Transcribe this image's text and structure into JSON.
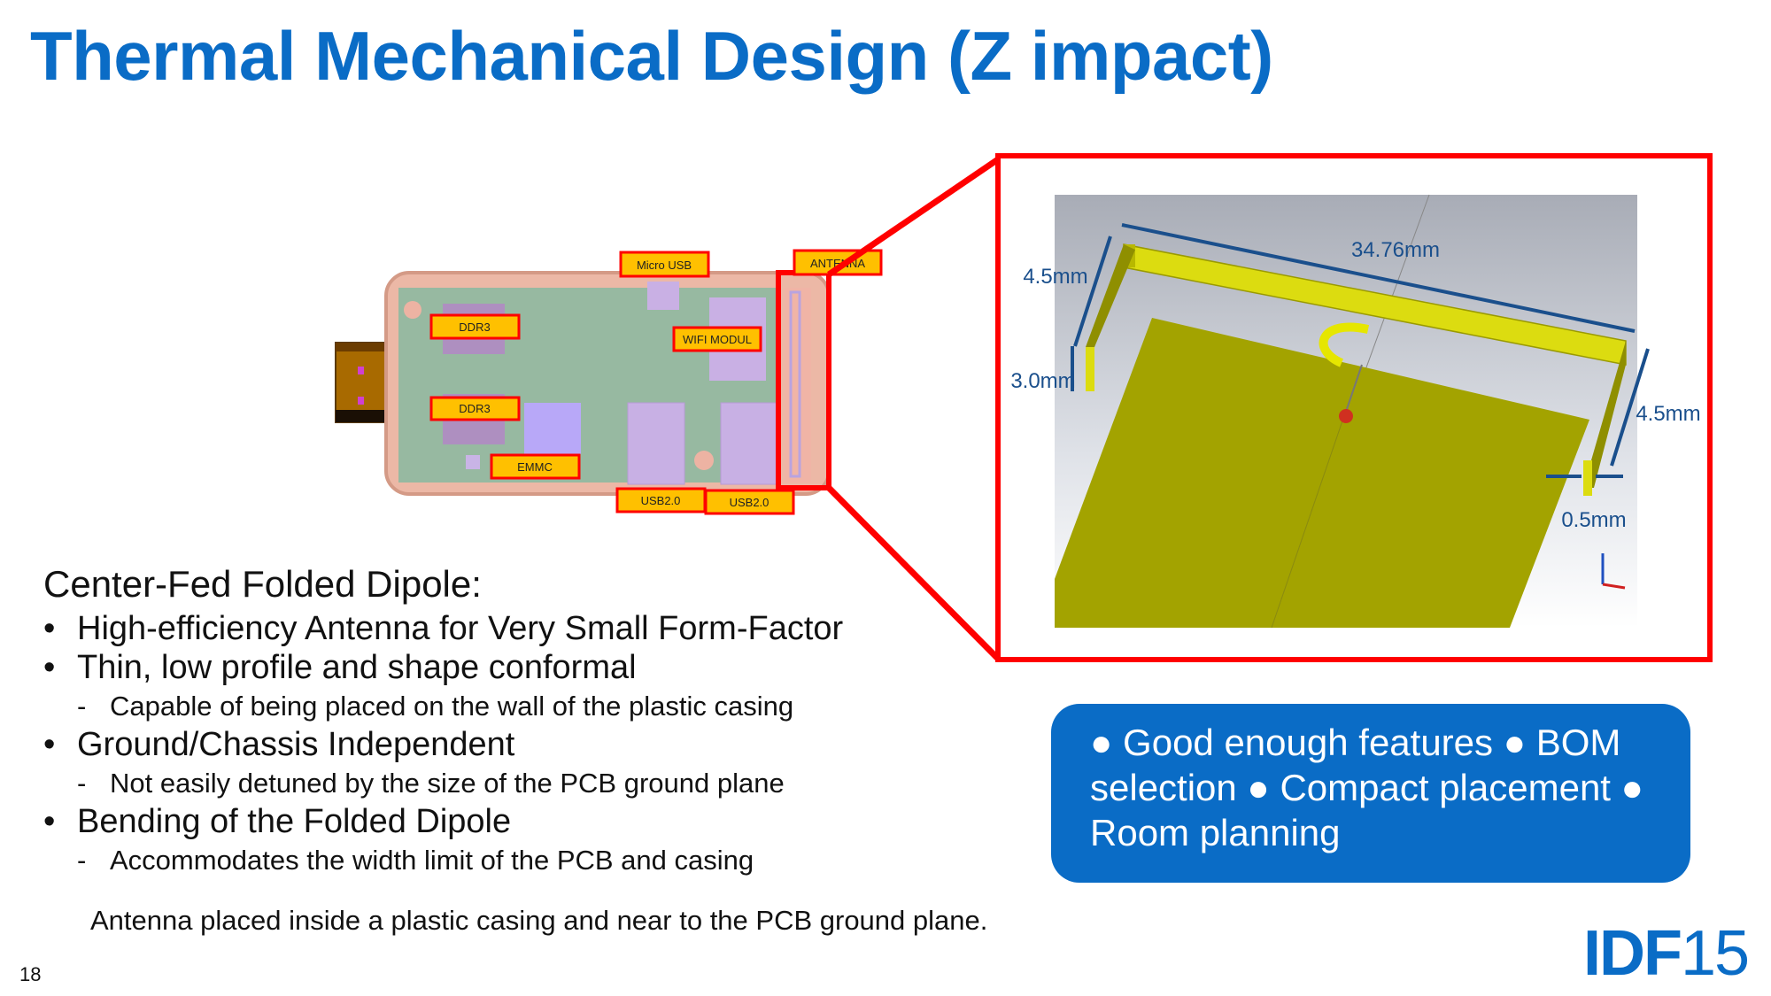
{
  "slide": {
    "title": "Thermal Mechanical Design (Z impact)",
    "page_number": "18",
    "brand": {
      "prefix": "IDF",
      "suffix": "15"
    },
    "accent_color": "#0a6cc6"
  },
  "pcb_labels": {
    "micro_usb": "Micro USB",
    "antenna": "ANTENNA",
    "ddr3_top": "DDR3",
    "ddr3_bottom": "DDR3",
    "wifi": "WIFI MODUL",
    "emmc": "EMMC",
    "usb_left": "USB2.0",
    "usb_right": "USB2.0"
  },
  "antenna_dims": {
    "length": "34.76mm",
    "left_arm": "4.5mm",
    "height": "3.0mm",
    "right_arm": "4.5mm",
    "thickness": "0.5mm"
  },
  "content": {
    "heading": "Center-Fed Folded Dipole:",
    "items": [
      {
        "type": "bullet",
        "text": "High-efficiency Antenna for Very Small Form-Factor"
      },
      {
        "type": "bullet",
        "text": "Thin, low profile and shape conformal"
      },
      {
        "type": "sub",
        "text": "Capable of being placed on the wall of the plastic casing"
      },
      {
        "type": "bullet",
        "text": "Ground/Chassis Independent"
      },
      {
        "type": "sub",
        "text": "Not easily detuned by the size of the PCB ground plane"
      },
      {
        "type": "bullet",
        "text": "Bending of the Folded Dipole"
      },
      {
        "type": "sub",
        "text": "Accommodates the width limit of the PCB and casing"
      }
    ],
    "footnote": "Antenna placed inside a plastic casing and near to the PCB ground plane."
  },
  "callout": {
    "text": "● Good enough features ● BOM selection ● Compact placement ● Room planning"
  }
}
